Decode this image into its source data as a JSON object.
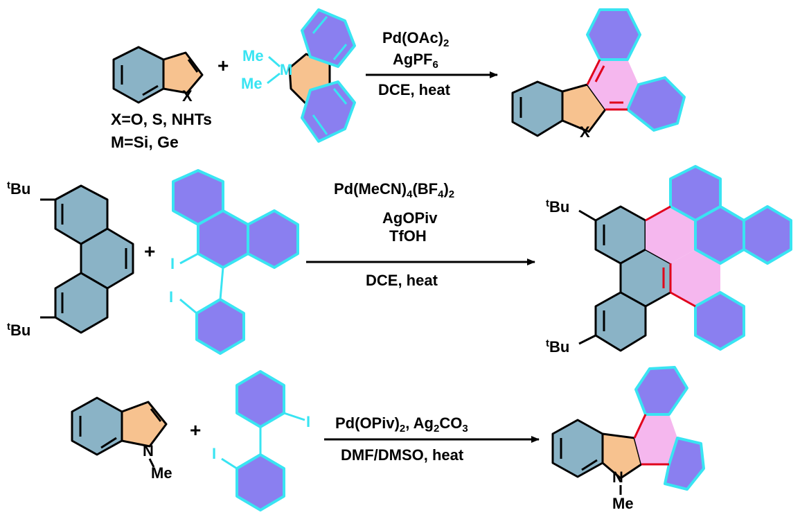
{
  "colors": {
    "bond": "#000000",
    "benzene_fill": "#8ab3c6",
    "five_ring_fill": "#f7c28f",
    "aryl_fill": "#8a7ff0",
    "aryl_stroke": "#39e4f2",
    "new_ring_fill": "#f5b7ee",
    "new_bond": "#e0001b"
  },
  "reaction1": {
    "substrate_heteroatom": "X",
    "variables_line1": "X=O, S, NHTs",
    "variables_line2": "M=Si, Ge",
    "reagent_me_top": "Me",
    "reagent_me_bottom": "Me",
    "reagent_metal": "M",
    "plus": "+",
    "catalyst": "Pd(OAc)",
    "catalyst_sub": "2",
    "oxidant": "AgPF",
    "oxidant_sub": "6",
    "conditions": "DCE, heat",
    "product_heteroatom": "X"
  },
  "reaction2": {
    "substrate_tbu_top": "Bu",
    "substrate_tbu_bottom": "Bu",
    "t_prefix": "t",
    "reagent_iodo_1": "I",
    "reagent_iodo_2": "I",
    "plus": "+",
    "catalyst": "Pd(MeCN)",
    "catalyst_sub1": "4",
    "catalyst_mid": "(BF",
    "catalyst_sub2": "4",
    "catalyst_end": ")",
    "catalyst_sub3": "2",
    "additive1": "AgOPiv",
    "additive2": "TfOH",
    "conditions": "DCE, heat",
    "product_tbu_top": "Bu",
    "product_tbu_bottom": "Bu"
  },
  "reaction3": {
    "substrate_n": "N",
    "substrate_me": "Me",
    "reagent_iodo_1": "I",
    "reagent_iodo_2": "I",
    "plus": "+",
    "catalyst": "Pd(OPiv)",
    "catalyst_sub": "2",
    "catalyst_sep": ", Ag",
    "oxidant_sub1": "2",
    "oxidant_mid": "CO",
    "oxidant_sub2": "3",
    "conditions": "DMF/DMSO, heat",
    "product_n": "N",
    "product_me": "Me"
  }
}
